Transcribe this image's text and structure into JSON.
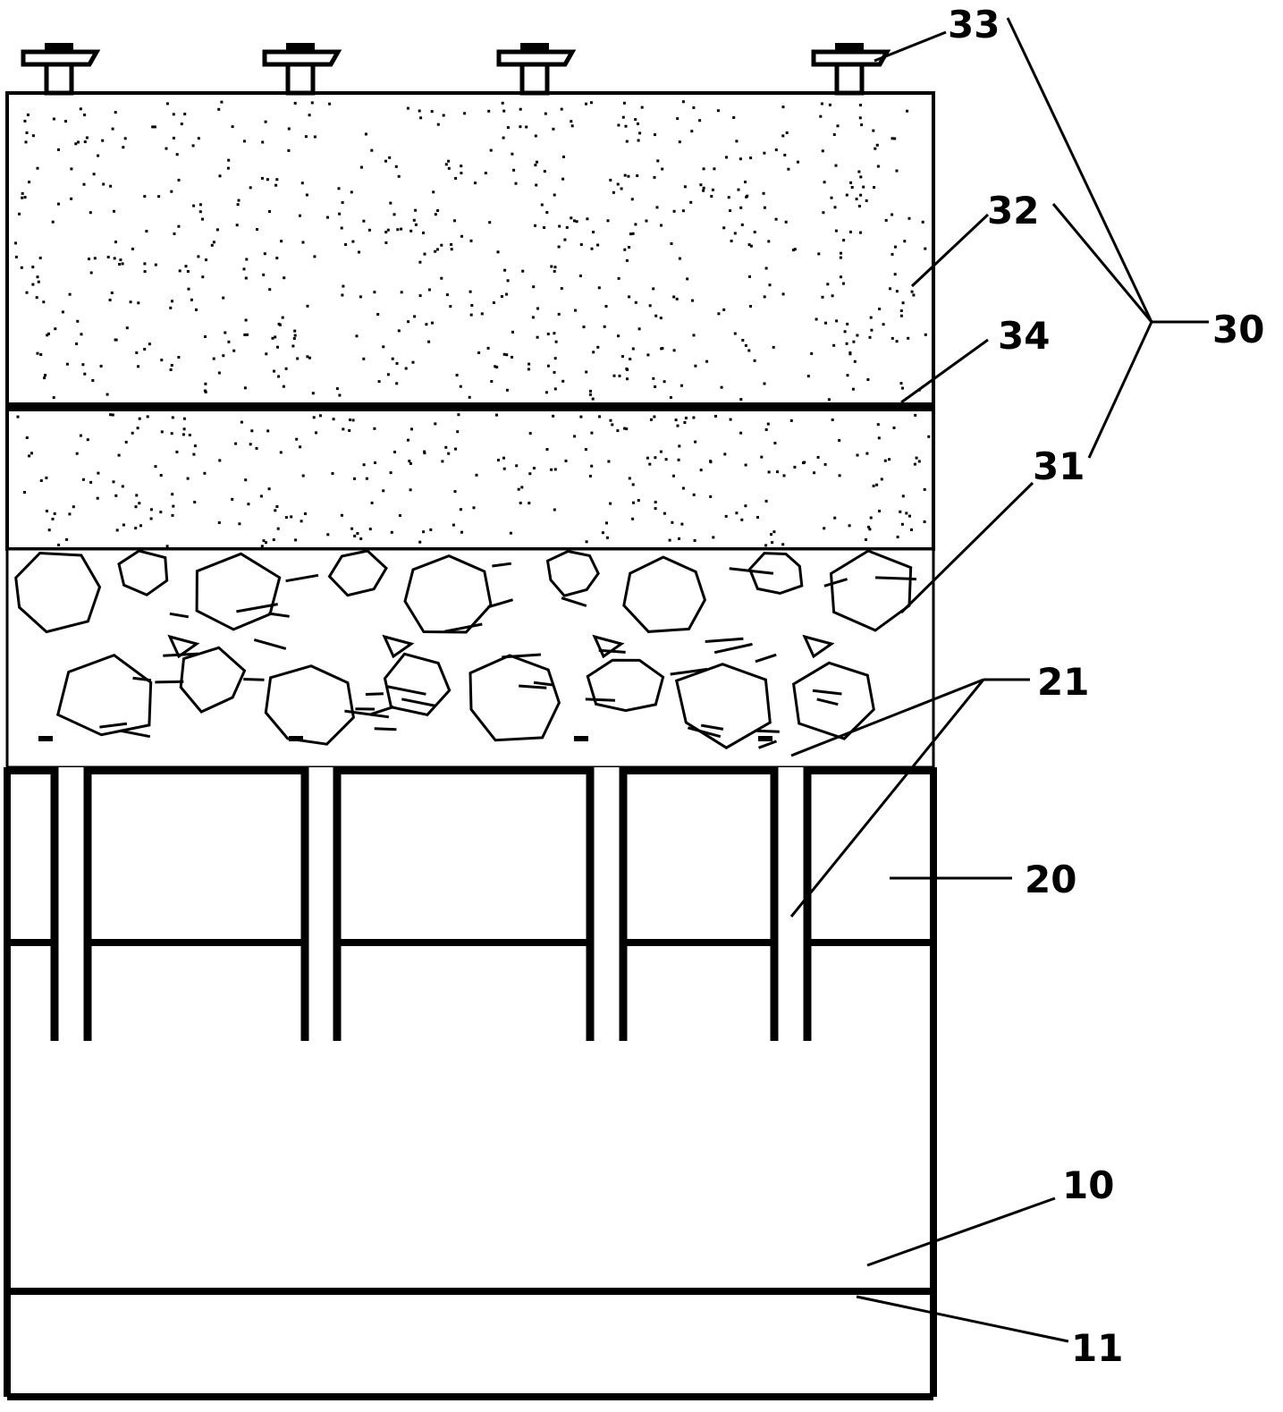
{
  "labels": {
    "l33": "33",
    "l32": "32",
    "l34": "34",
    "l30": "30",
    "l31": "31",
    "l21": "21",
    "l20": "20",
    "l10": "10",
    "l11": "11"
  }
}
